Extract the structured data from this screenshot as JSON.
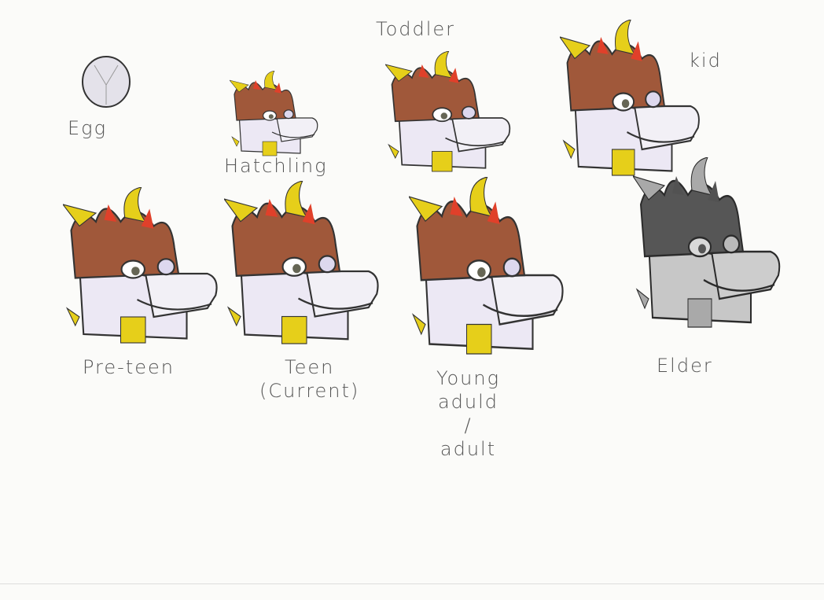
{
  "stages": [
    {
      "id": "egg",
      "label": "Egg"
    },
    {
      "id": "hatchling",
      "label": "Hatchling"
    },
    {
      "id": "toddler",
      "label": "Toddler"
    },
    {
      "id": "kid",
      "label": "kid"
    },
    {
      "id": "pre-teen",
      "label": "Pre-teen"
    },
    {
      "id": "teen",
      "label": "Teen",
      "sublabel": "(Current)"
    },
    {
      "id": "young-adult",
      "label": "Young",
      "line2": "aduld",
      "line3": "/",
      "line4": "adult"
    },
    {
      "id": "elder",
      "label": "Elder"
    }
  ],
  "colors": {
    "hair": "#a0583a",
    "horn": "#e6cf1a",
    "skin": "#ece8f4",
    "elder_skin": "#b8b8b8",
    "accent": "#e0402a"
  }
}
